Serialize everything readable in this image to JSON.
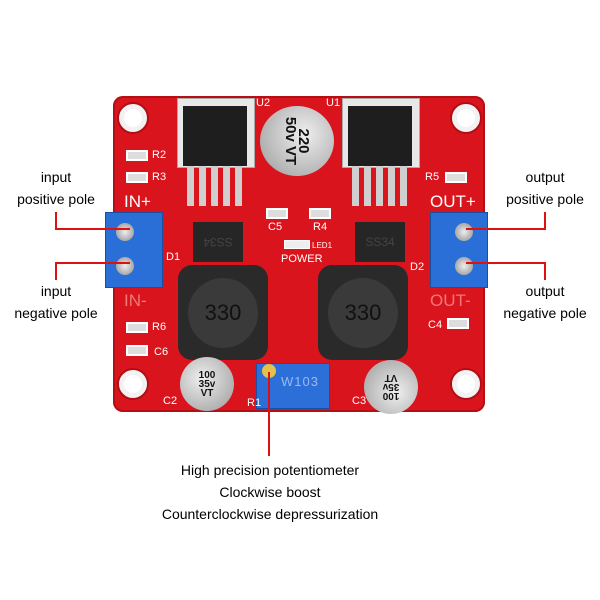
{
  "board": {
    "ic_labels": [
      "U2",
      "U1"
    ],
    "main_cap": "220 50v VT",
    "resistors": [
      "R2",
      "R3",
      "R4",
      "R5",
      "R6"
    ],
    "caps": [
      "C5",
      "C4",
      "C6",
      "C2",
      "C3"
    ],
    "led": "LED1",
    "power": "POWER",
    "diodes": [
      "D1",
      "D2"
    ],
    "diode_marks": [
      "SS34",
      "SS34"
    ],
    "inductors": [
      "330",
      "330"
    ],
    "in_plus": "IN+",
    "in_minus": "IN-",
    "out_plus": "OUT+",
    "out_minus": "OUT-",
    "c2_text": "100 35v VT",
    "c3_text": "100 35v VT",
    "pot_text": "W103",
    "pot_label": "R1"
  },
  "annotations": {
    "input_positive": [
      "input",
      "positive pole"
    ],
    "input_negative": [
      "input",
      "negative pole"
    ],
    "output_positive": [
      "output",
      "positive pole"
    ],
    "output_negative": [
      "output",
      "negative pole"
    ],
    "pot": [
      "High precision potentiometer",
      "Clockwise boost",
      "Counterclockwise depressurization"
    ]
  },
  "colors": {
    "board": "#d9141c",
    "annotation_line": "#e01010",
    "terminal": "#2a6fd8"
  }
}
